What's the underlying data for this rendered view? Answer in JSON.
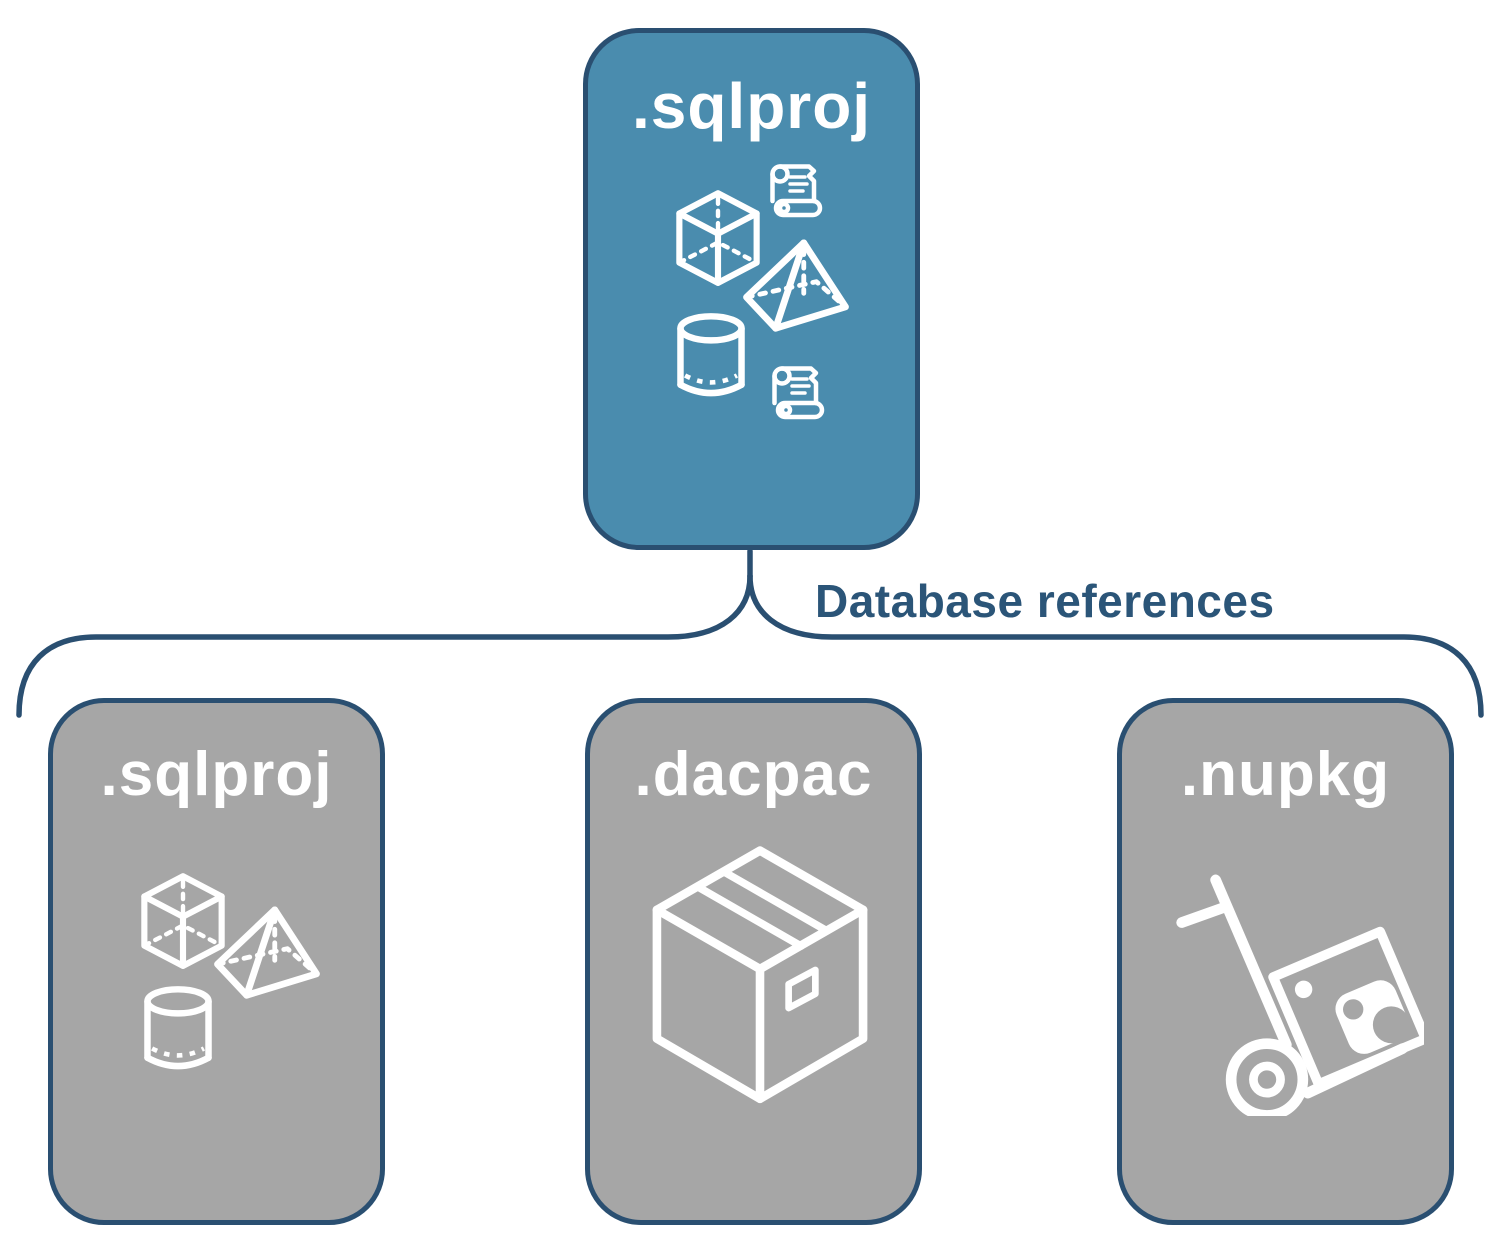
{
  "diagram": {
    "root_card": {
      "label": ".sqlproj"
    },
    "connector_label": "Database references",
    "child_cards": [
      {
        "label": ".sqlproj"
      },
      {
        "label": ".dacpac"
      },
      {
        "label": ".nupkg"
      }
    ],
    "icons": {
      "root_card": [
        "cube-icon",
        "scroll-icon",
        "pyramid-icon",
        "cylinder-icon",
        "scroll-icon"
      ],
      "child_cards": [
        [
          "cube-icon",
          "pyramid-icon",
          "cylinder-icon"
        ],
        [
          "package-box-icon"
        ],
        [
          "nuget-handtruck-icon"
        ]
      ]
    },
    "colors": {
      "root_fill": "#4a8cae",
      "child_fill": "#a6a6a6",
      "border": "#2a4f71",
      "label_text": "#2b5578",
      "icon_stroke": "#ffffff"
    }
  }
}
